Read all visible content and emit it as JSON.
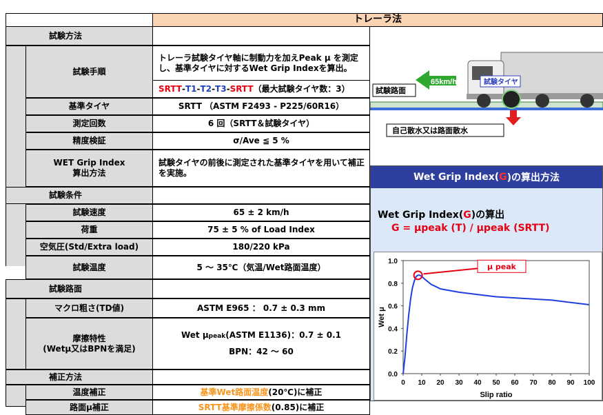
{
  "header": {
    "title": "トレーラ法"
  },
  "rows": {
    "test_method": "試験方法",
    "procedure_label": "試験手順",
    "procedure_text_1": "トレーラ試験タイヤ軸に制動力を加えPeak μ を測定し、基準タイヤに対するWet Grip Indexを算出。",
    "sequence": {
      "s1": "SRTT",
      "d1": "-",
      "t1": "T1",
      "d2": "-",
      "t2": "T2",
      "d3": "-",
      "t3": "T3",
      "d4": "-",
      "s2": "SRTT",
      "note": "（最大試験タイヤ数：3）"
    },
    "ref_tire_label": "基準タイヤ",
    "ref_tire_value": "SRTT （ASTM F2493 - P225/60R16）",
    "count_label": "測定回数",
    "count_value": "6 回（SRTT＆試験タイヤ）",
    "accuracy_label": "精度検証",
    "accuracy_value": "σ/Ave ≦ 5 %",
    "wgi_label_1": "WET Grip Index",
    "wgi_label_2": "算出方法",
    "wgi_value": "試験タイヤの前後に測定された基準タイヤを用いて補正を実施。",
    "conditions": "試験条件",
    "speed_label": "試験速度",
    "speed_value": "65 ± 2 km/h",
    "load_label": "荷重",
    "load_value": "75 ± 5 % of Load Index",
    "pressure_label": "空気圧(Std/Extra load)",
    "pressure_value": "180/220 kPa",
    "temp_label": "試験温度",
    "temp_value": "5 ～ 35℃（気温/Wet路面温度）",
    "road": "試験路面",
    "macro_label": "マクロ粗さ(TD値)",
    "macro_value": "ASTM E965 ： 0.7 ± 0.3 mm",
    "friction_label_1": "摩擦特性",
    "friction_label_2": "(Wetμ又はBPNを満足)",
    "friction_value_1a": "Wet μ",
    "friction_value_1b": "peak",
    "friction_value_1c": "(ASTM E1136)：0.7 ± 0.1",
    "friction_value_2": "BPN：42 ～ 60",
    "correction": "補正方法",
    "temp_corr_label": "温度補正",
    "temp_corr_value_a": "基準Wet路面温度",
    "temp_corr_value_b": "(20℃)に補正",
    "mu_corr_label": "路面μ補正",
    "mu_corr_value_a": "SRTT基準摩擦係数",
    "mu_corr_value_b": "(0.85)に補正"
  },
  "illustration": {
    "speed": "65km/h",
    "test_tire": "試験タイヤ",
    "road": "試験路面",
    "water": "自己散水又は路面散水"
  },
  "panel": {
    "title_a": "Wet Grip Index(",
    "title_g": "G",
    "title_b": ")の算出方法",
    "heading_a": "Wet Grip Index(",
    "heading_g": "G",
    "heading_b": ")の算出",
    "formula": "G = μpeak (T) / μpeak (SRTT)"
  },
  "chart_data": {
    "type": "line",
    "xlabel": "Slip ratio",
    "ylabel": "Wet μ",
    "xlim": [
      0,
      100
    ],
    "ylim": [
      0,
      1.0
    ],
    "xticks": [
      0,
      10,
      20,
      30,
      40,
      50,
      60,
      70,
      80,
      90,
      100
    ],
    "yticks": [
      0.0,
      0.2,
      0.4,
      0.6,
      0.8,
      1.0
    ],
    "annotation": "μ peak",
    "series": [
      {
        "x": [
          0,
          1,
          2,
          3,
          4,
          5,
          6,
          7,
          8,
          9,
          10,
          12,
          15,
          20,
          30,
          40,
          50,
          60,
          70,
          80,
          90,
          100
        ],
        "values": [
          0.0,
          0.15,
          0.35,
          0.52,
          0.66,
          0.76,
          0.82,
          0.86,
          0.87,
          0.87,
          0.86,
          0.83,
          0.79,
          0.75,
          0.72,
          0.7,
          0.68,
          0.67,
          0.66,
          0.65,
          0.63,
          0.61
        ]
      }
    ],
    "line_color": "#1f3fe0"
  }
}
